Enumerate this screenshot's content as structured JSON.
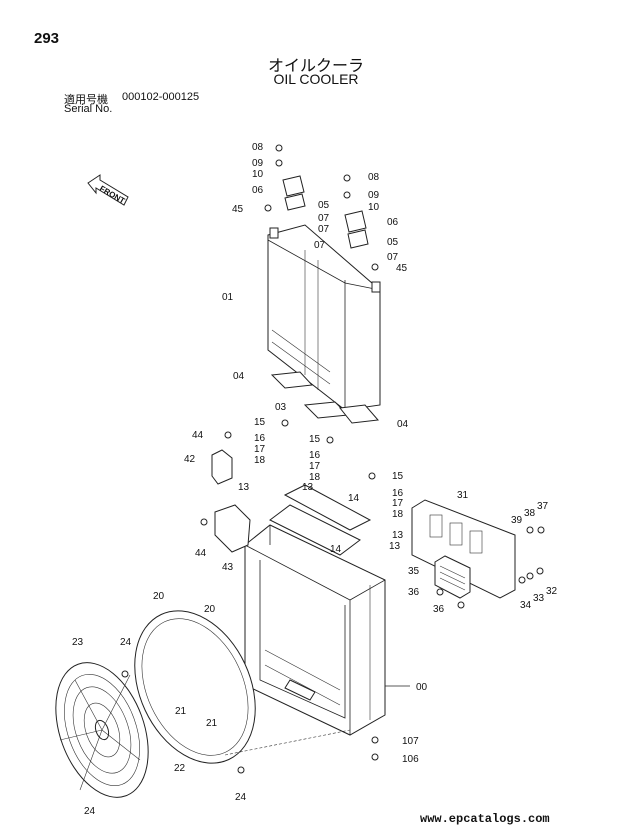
{
  "page_number": "293",
  "title_jp": "オイルクーラ",
  "title_en": "OIL COOLER",
  "serial_label_jp": "適用号機",
  "serial_range": "000102-000125",
  "serial_label_en": "Serial No.",
  "front_label": "FRONT",
  "watermark": "www.epcatalogs.com",
  "callouts": [
    "08",
    "09",
    "10",
    "06",
    "45",
    "05",
    "07",
    "07",
    "08",
    "09",
    "10",
    "06",
    "05",
    "07",
    "07",
    "45",
    "01",
    "04",
    "03",
    "04",
    "44",
    "15",
    "16",
    "17",
    "18",
    "15",
    "16",
    "17",
    "18",
    "42",
    "13",
    "13",
    "14",
    "15",
    "16",
    "17",
    "18",
    "31",
    "39",
    "38",
    "37",
    "44",
    "43",
    "14",
    "13",
    "13",
    "35",
    "36",
    "36",
    "34",
    "33",
    "32",
    "20",
    "20",
    "23",
    "24",
    "21",
    "21",
    "00",
    "22",
    "107",
    "106",
    "24",
    "24"
  ]
}
